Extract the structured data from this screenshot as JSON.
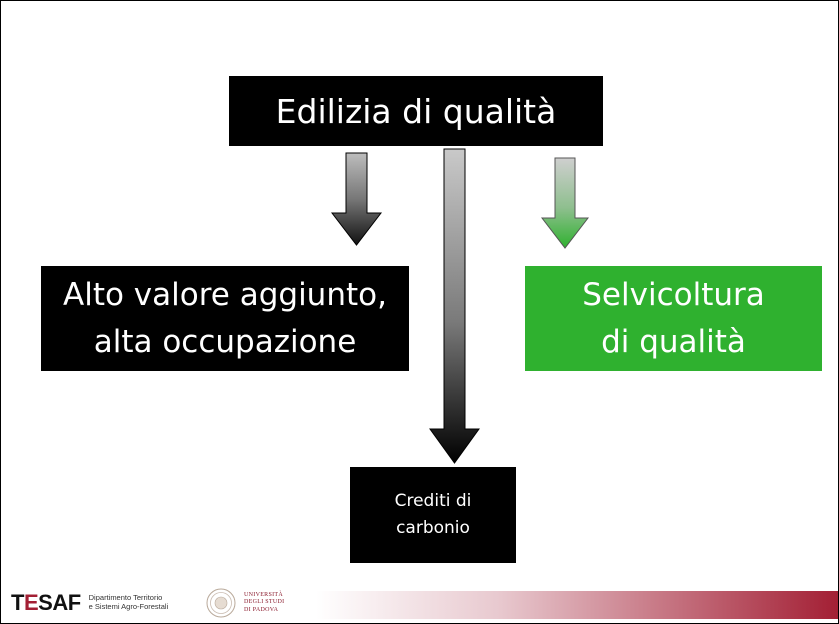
{
  "diagram": {
    "title": "Edilizia di qualità",
    "left_box": {
      "line1": "Alto valore aggiunto,",
      "line2": "alta occupazione"
    },
    "right_box": {
      "line1": "Selvicoltura",
      "line2": "di qualità",
      "color": "#2fb12f"
    },
    "bottom_box": {
      "line1": "Crediti di",
      "line2": "carbonio"
    }
  },
  "footer": {
    "tesaf_logo": {
      "word_start": "T",
      "word_e": "E",
      "word_end": "SAF",
      "dept_line1": "Dipartimento Territorio",
      "dept_line2": "e Sistemi Agro-Forestali"
    },
    "unipd_logo": {
      "line1": "UNIVERSITÀ",
      "line2": "DEGLI STUDI",
      "line3": "DI PADOVA"
    },
    "band_color": "#a31f34"
  }
}
